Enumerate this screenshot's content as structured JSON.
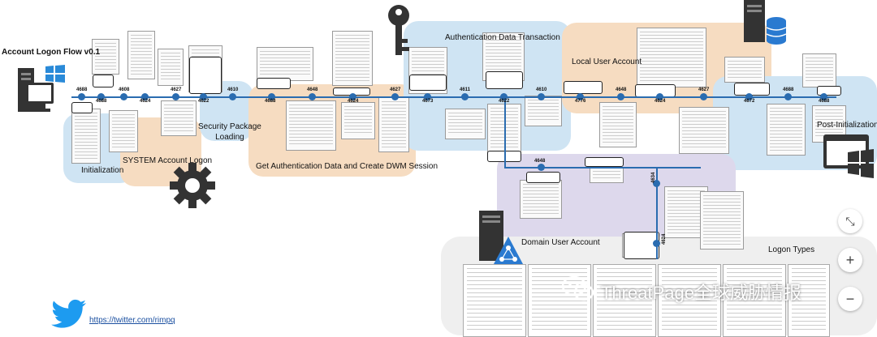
{
  "diagram": {
    "title": "Account Logon Flow v0.1",
    "regions": {
      "initialization": "Initialization",
      "system_account_logon": "SYSTEM Account Logon",
      "security_package_loading": "Security Package\nLoading",
      "get_auth_data": "Get Authentication Data and Create DWM Session",
      "auth_data_transaction": "Authentication Data Transaction",
      "local_user_account": "Local User Account",
      "post_initialization": "Post-Initialization",
      "domain_user_account": "Domain User Account",
      "logon_types": "Logon Types"
    },
    "events_top": [
      "4688",
      "4608",
      "4627",
      "4610",
      "4648",
      "4627",
      "4611",
      "4610",
      "4648",
      "4627",
      "4688"
    ],
    "events_bottom": [
      "4688",
      "4624",
      "4622",
      "4688",
      "4624",
      "4673",
      "4622",
      "4776",
      "4624",
      "4672",
      "4688"
    ],
    "events_branch": [
      "4648",
      "4634",
      "4624"
    ]
  },
  "icons": {
    "windows_pc": "windows-pc-icon",
    "key": "key-icon",
    "database_server": "database-server-icon",
    "gear": "gear-icon",
    "windows_window": "windows-window-icon",
    "domain_server": "domain-server-icon",
    "twitter": "twitter-icon",
    "wechat": "wechat-icon"
  },
  "footer": {
    "twitter_link": "https://twitter.com/rimpq"
  },
  "watermark": {
    "text": "ThreatPage全球威胁情报"
  },
  "controls": {
    "collapse": "⤡",
    "zoom_in": "+",
    "zoom_out": "−"
  },
  "colors": {
    "flow_line": "#2a6cb0",
    "blue_region": "#cfe4f3",
    "orange_region": "#f6dcc1",
    "purple_region": "#ddd8ec"
  }
}
